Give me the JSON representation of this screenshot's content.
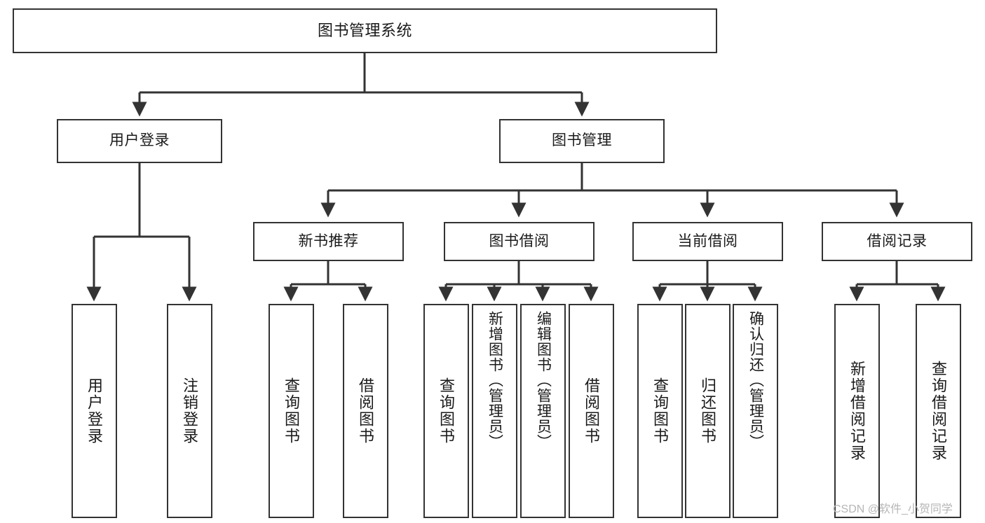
{
  "diagram": {
    "title": "图书管理系统",
    "type": "tree",
    "background_color": "#ffffff",
    "node_border_color": "#333333",
    "node_fill_color": "#ffffff",
    "edge_color": "#333333",
    "text_color": "#1a1a1a"
  },
  "watermark": {
    "text": "CSDN @软件_小贺同学",
    "color": "#b6b6b6"
  },
  "nodes": {
    "root": {
      "label": "图书管理系统"
    },
    "level1": [
      {
        "id": "user-login",
        "label": "用户登录"
      },
      {
        "id": "book-management",
        "label": "图书管理"
      }
    ],
    "level2": [
      {
        "id": "new-book-recommend",
        "label": "新书推荐"
      },
      {
        "id": "book-borrow",
        "label": "图书借阅"
      },
      {
        "id": "current-borrow",
        "label": "当前借阅"
      },
      {
        "id": "borrow-record",
        "label": "借阅记录"
      }
    ],
    "leaves": {
      "user_login": [
        {
          "id": "leaf-user-login",
          "label": "用户登录"
        },
        {
          "id": "leaf-logout-login",
          "label": "注销登录"
        }
      ],
      "new_book_recommend": [
        {
          "id": "leaf-query-book-1",
          "label": "查询图书"
        },
        {
          "id": "leaf-borrow-book-1",
          "label": "借阅图书"
        }
      ],
      "book_borrow": [
        {
          "id": "leaf-query-book-2",
          "label": "查询图书"
        },
        {
          "id": "leaf-add-book",
          "label": "新增图书（管理员）"
        },
        {
          "id": "leaf-edit-book",
          "label": "编辑图书（管理员）"
        },
        {
          "id": "leaf-borrow-book-2",
          "label": "借阅图书"
        }
      ],
      "current_borrow": [
        {
          "id": "leaf-query-book-3",
          "label": "查询图书"
        },
        {
          "id": "leaf-return-book",
          "label": "归还图书"
        },
        {
          "id": "leaf-confirm-return",
          "label": "确认归还（管理员）"
        }
      ],
      "borrow_record": [
        {
          "id": "leaf-add-record",
          "label": "新增借阅记录"
        },
        {
          "id": "leaf-query-record",
          "label": "查询借阅记录"
        }
      ]
    }
  }
}
